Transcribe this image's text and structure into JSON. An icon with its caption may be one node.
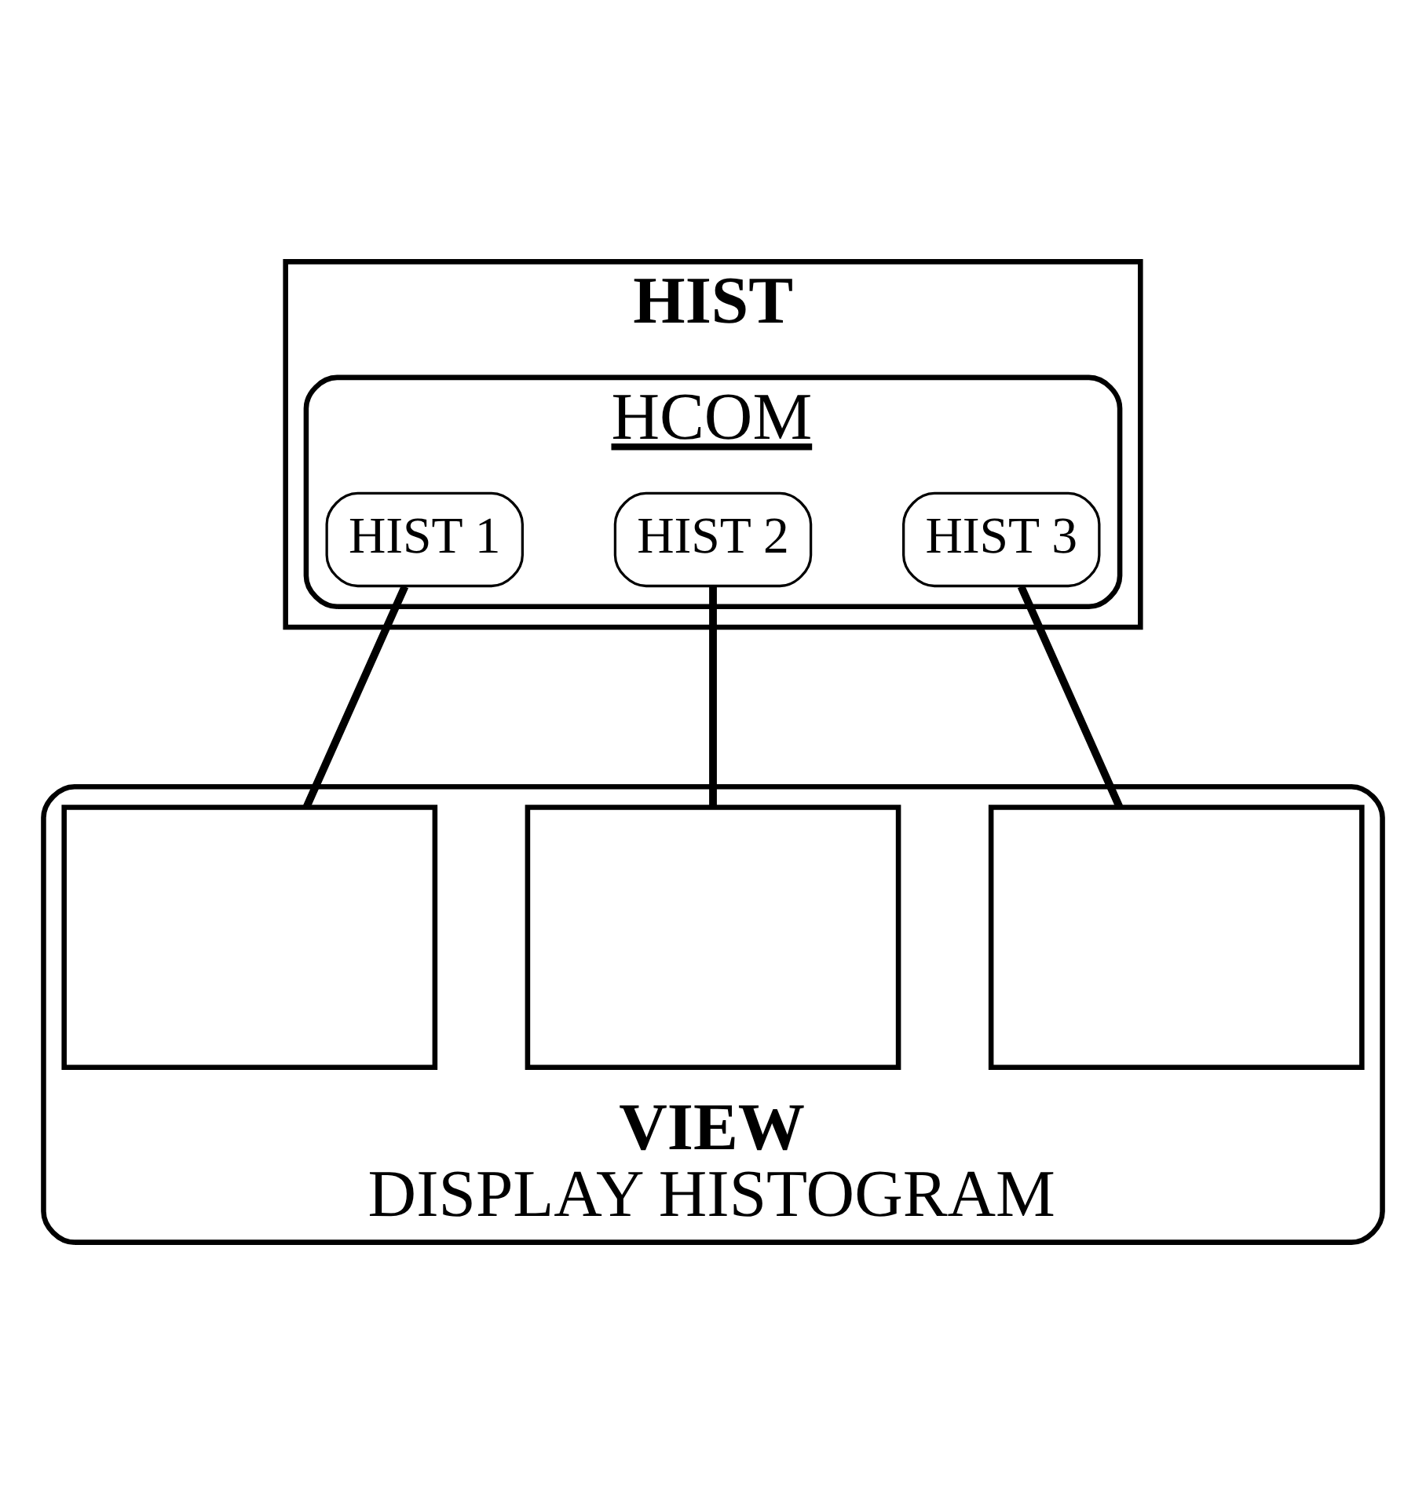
{
  "diagram": {
    "nodes": [
      {
        "text": [
          "HIST"
        ]
      },
      {
        "text": [
          "HCOM"
        ],
        "in": 0
      },
      {
        "text": [
          "HIST 1"
        ],
        "in": 1
      },
      {
        "text": [
          "HIST 2"
        ],
        "in": 1
      },
      {
        "text": [
          "HIST 3"
        ],
        "in": 1
      },
      {
        "text": [
          "VIEW",
          "DISPLAY HISTOGRAM"
        ]
      },
      {
        "text": [],
        "shape": "box",
        "in": 5
      },
      {
        "text": [],
        "shape": "box",
        "in": 5
      },
      {
        "text": [],
        "shape": "box",
        "in": 5
      }
    ],
    "edges": [
      {
        "from": 2,
        "to": 6,
        "arrow": "none"
      },
      {
        "from": 3,
        "to": 7,
        "arrow": "none"
      },
      {
        "from": 4,
        "to": 8,
        "arrow": "none"
      }
    ]
  }
}
